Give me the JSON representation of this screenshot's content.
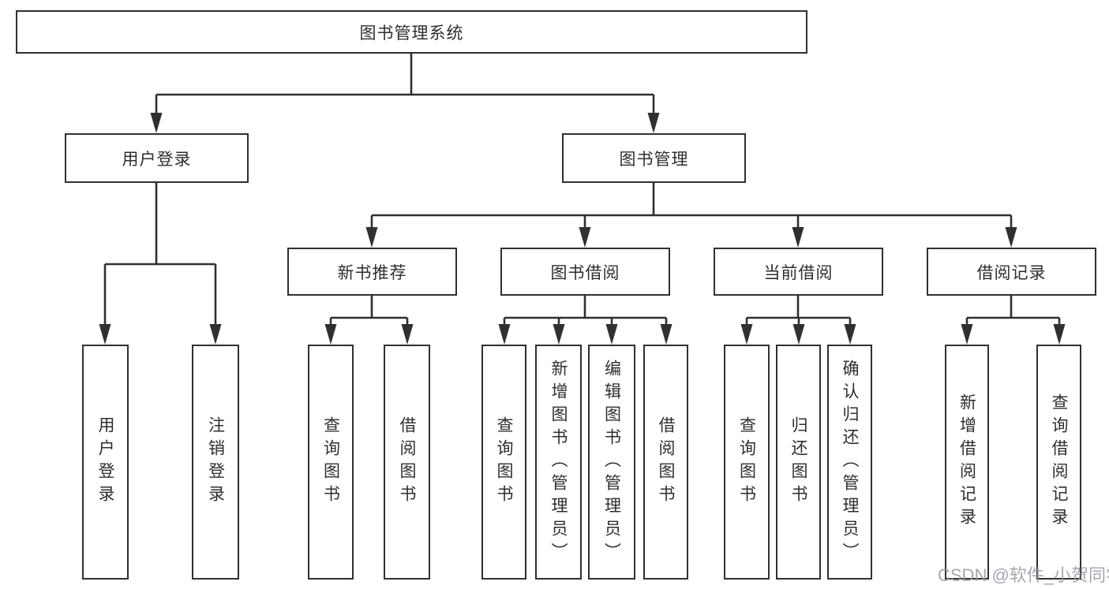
{
  "diagram": {
    "root": {
      "label": "图书管理系统"
    },
    "branches": [
      {
        "label": "用户登录",
        "children": [
          {
            "label": "用户登录"
          },
          {
            "label": "注销登录"
          }
        ]
      },
      {
        "label": "图书管理",
        "groups": [
          {
            "label": "新书推荐",
            "children": [
              {
                "label": "查询图书"
              },
              {
                "label": "借阅图书"
              }
            ]
          },
          {
            "label": "图书借阅",
            "children": [
              {
                "label": "查询图书"
              },
              {
                "label": "新增图书（管理员）"
              },
              {
                "label": "编辑图书（管理员）"
              },
              {
                "label": "借阅图书"
              }
            ]
          },
          {
            "label": "当前借阅",
            "children": [
              {
                "label": "查询图书"
              },
              {
                "label": "归还图书"
              },
              {
                "label": "确认归还（管理员）"
              }
            ]
          },
          {
            "label": "借阅记录",
            "children": [
              {
                "label": "新增借阅记录"
              },
              {
                "label": "查询借阅记录"
              }
            ]
          }
        ]
      }
    ]
  },
  "watermark": {
    "text": "CSDN @软件_小贺同学"
  },
  "colors": {
    "line": "#303030",
    "text": "#2e2e2e",
    "watermark": "#9499a0",
    "background": "#ffffff"
  }
}
